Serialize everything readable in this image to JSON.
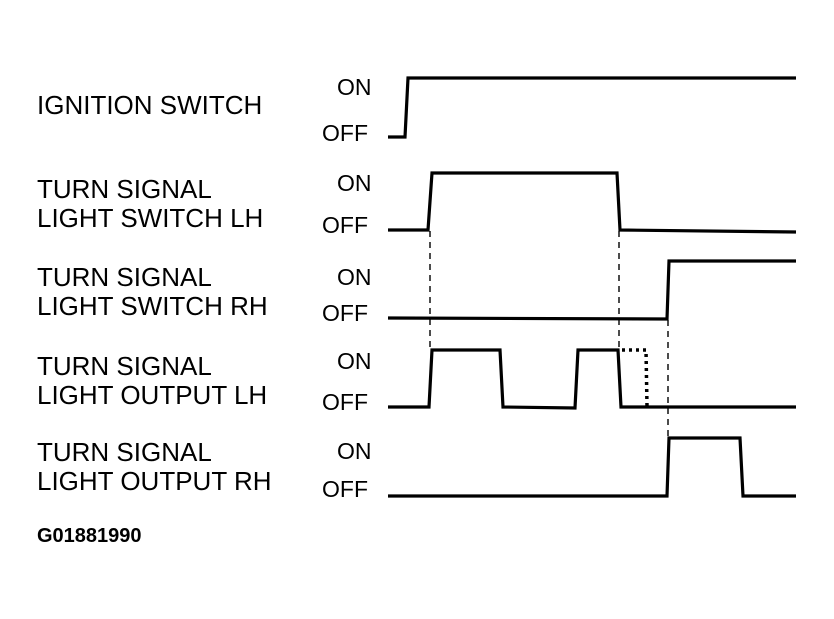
{
  "figure_code": "G01881990",
  "level_on": "ON",
  "level_off": "OFF",
  "signals": [
    {
      "id": "ignition",
      "label_lines": [
        "IGNITION SWITCH"
      ]
    },
    {
      "id": "ts-switch-lh",
      "label_lines": [
        "TURN SIGNAL",
        "LIGHT SWITCH LH"
      ]
    },
    {
      "id": "ts-switch-rh",
      "label_lines": [
        "TURN SIGNAL",
        "LIGHT SWITCH RH"
      ]
    },
    {
      "id": "ts-output-lh",
      "label_lines": [
        "TURN SIGNAL",
        "LIGHT OUTPUT LH"
      ]
    },
    {
      "id": "ts-output-rh",
      "label_lines": [
        "TURN SIGNAL",
        "LIGHT OUTPUT RH"
      ]
    }
  ]
}
